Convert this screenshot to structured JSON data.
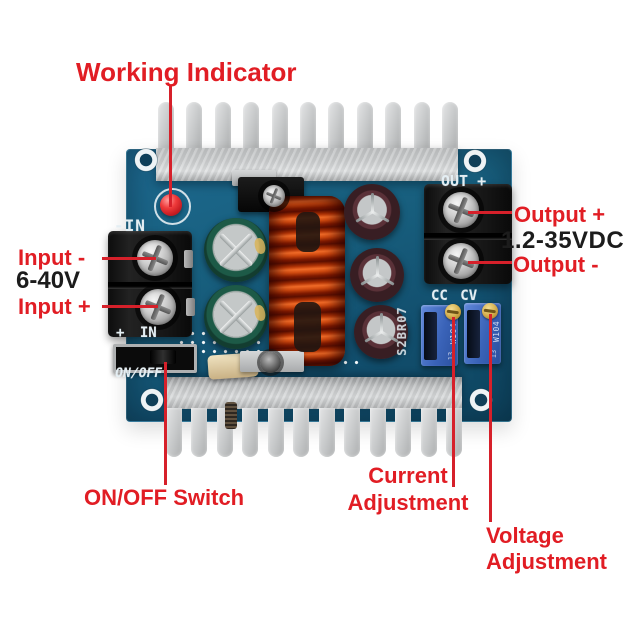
{
  "annotations": {
    "working_indicator": "Working Indicator",
    "input_minus": "Input -",
    "input_voltage": "6-40V",
    "input_plus": "Input +",
    "output_plus": "Output +",
    "output_voltage": "1.2-35VDC",
    "output_minus": "Output -",
    "on_off_switch": "ON/OFF Switch",
    "current_adjustment": {
      "line1": "Current",
      "line2": "Adjustment"
    },
    "voltage_adjustment": {
      "line1": "Voltage",
      "line2": "Adjustment"
    }
  },
  "board_silkscreen": {
    "input_neg": "-IN",
    "input_pos": "+ IN",
    "on_off": "ON/OFF",
    "out_pos": "OUT +",
    "cc_cv": "CC CV",
    "serial": "S2BR07"
  },
  "potentiometers": {
    "cc": {
      "marking": "W104",
      "lot": "13"
    },
    "cv": {
      "marking": "W104",
      "lot": "13"
    }
  },
  "colors": {
    "annotation_red": "#e11d24",
    "annotation_black": "#1c1c1c",
    "pcb_blue": "#17587b",
    "heatsink_silver": "#c9cbcc",
    "inductor_copper": "#d2470e",
    "capacitor_green": "#1d5a47",
    "capacitor_maroon": "#4f2b31",
    "potentiometer_blue": "#3a63b8",
    "led_red": "#d41f26",
    "terminal_black": "#181818",
    "screw_brass": "#c9a23e"
  }
}
